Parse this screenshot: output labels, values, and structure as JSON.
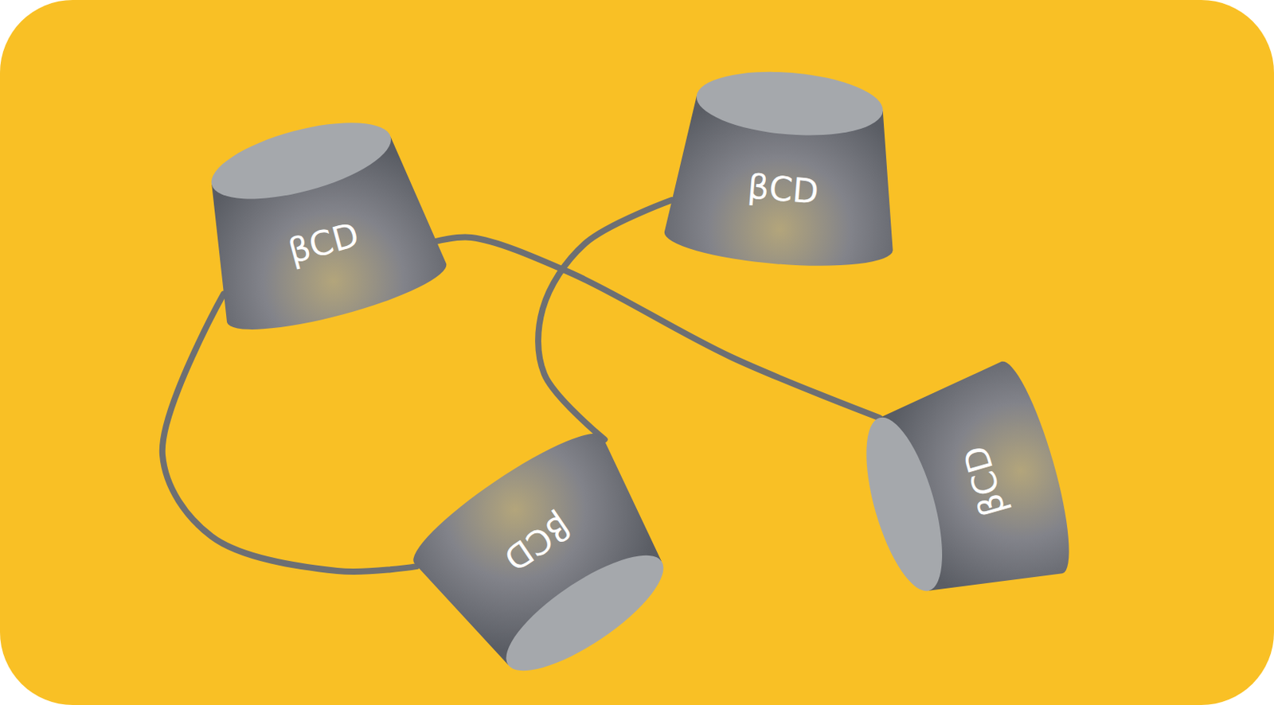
{
  "diagram": {
    "nodes": [
      {
        "text": [
          "βCD"
        ]
      },
      {
        "text": [
          "βCD"
        ]
      },
      {
        "text": [
          "βCD"
        ]
      },
      {
        "text": [
          "βCD"
        ]
      }
    ],
    "edges": [
      {
        "from": 0,
        "to": 2,
        "arrow": "none"
      },
      {
        "from": 0,
        "to": 3,
        "arrow": "none"
      },
      {
        "from": 1,
        "to": 2,
        "arrow": "none"
      }
    ]
  }
}
